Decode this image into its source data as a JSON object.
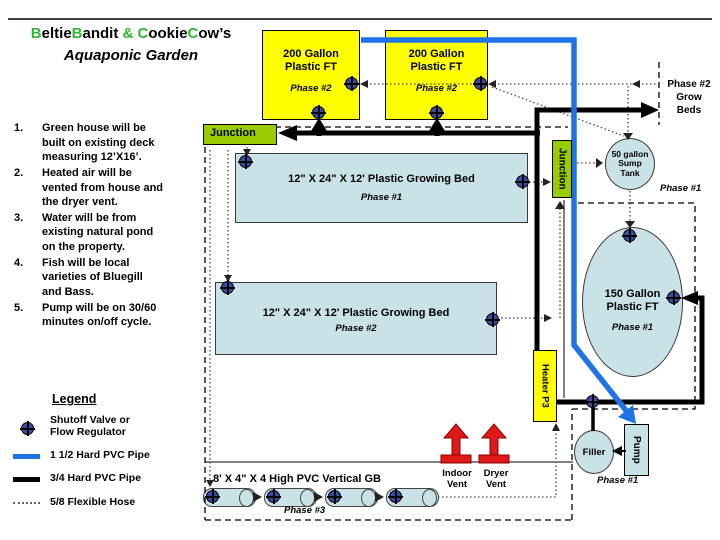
{
  "title": {
    "b1": "B",
    "p1": "eltie",
    "b2": "B",
    "p2": "andit",
    "amp": " & ",
    "b3": "C",
    "p3": "ookie",
    "b4": "C",
    "p4": "ow’s",
    "line2": "Aquaponic Garden"
  },
  "notes": [
    {
      "num": "1.",
      "text": "Green house will be built on existing deck measuring 12’X16’."
    },
    {
      "num": "2.",
      "text": "Heated air will be vented from house and the dryer vent."
    },
    {
      "num": "3.",
      "text": "Water will be from existing natural pond on the property."
    },
    {
      "num": "4.",
      "text": "Fish will be local varieties of Bluegill and Bass."
    },
    {
      "num": "5.",
      "text": "Pump will be on 30/60 minutes on/off cycle."
    }
  ],
  "legend": {
    "title": "Legend",
    "items": [
      {
        "symbol": "shutoff-valve",
        "label": "Shutoff Valve or Flow Regulator"
      },
      {
        "symbol": "blue-line",
        "label": "1 1/2 Hard PVC Pipe"
      },
      {
        "symbol": "black-line",
        "label": "3/4 Hard PVC Pipe"
      },
      {
        "symbol": "dotted-line",
        "label": "5/8 Flexible Hose"
      }
    ]
  },
  "tanks": {
    "tank1": {
      "line1": "200 Gallon",
      "line2": "Plastic FT",
      "phase": "Phase #2"
    },
    "tank2": {
      "line1": "200 Gallon",
      "line2": "Plastic FT",
      "phase": "Phase #2"
    },
    "tank150": {
      "line1": "150 Gallon",
      "line2": "Plastic FT",
      "phase": "Phase #1"
    },
    "sump": {
      "label": "50 gallon Sump Tank",
      "phase": "Phase #1"
    }
  },
  "beds": {
    "bed1": {
      "label": "12\" X 24\" X 12' Plastic Growing Bed",
      "phase": "Phase #1"
    },
    "bed2": {
      "label": "12\" X 24\" X 12' Plastic Growing Bed",
      "phase": "Phase #2"
    },
    "vertical_gb": {
      "label": "8' X 4\" X 4 High PVC Vertical GB",
      "phase": "Phase #3"
    },
    "grow_beds_future": {
      "line1": "Phase #2",
      "line2": "Grow",
      "line3": "Beds"
    }
  },
  "components": {
    "junction_top": "Junction",
    "junction_right": "Junction",
    "heater": "Heater P3",
    "pump": "Pump",
    "filler": "Filler",
    "phase1_label": "Phase #1"
  },
  "vents": {
    "indoor": {
      "line1": "Indoor",
      "line2": "Vent"
    },
    "dryer": {
      "line1": "Dryer",
      "line2": "Vent"
    }
  },
  "colors": {
    "pipe_blue": "#1E73E6",
    "tank_yellow": "#FFFF00",
    "junction_green": "#99CC00",
    "light_blue": "#C9E2E8",
    "vent_red": "#E11818",
    "valve_navy": "#3A4A9E",
    "title_green": "#2EB82E"
  }
}
